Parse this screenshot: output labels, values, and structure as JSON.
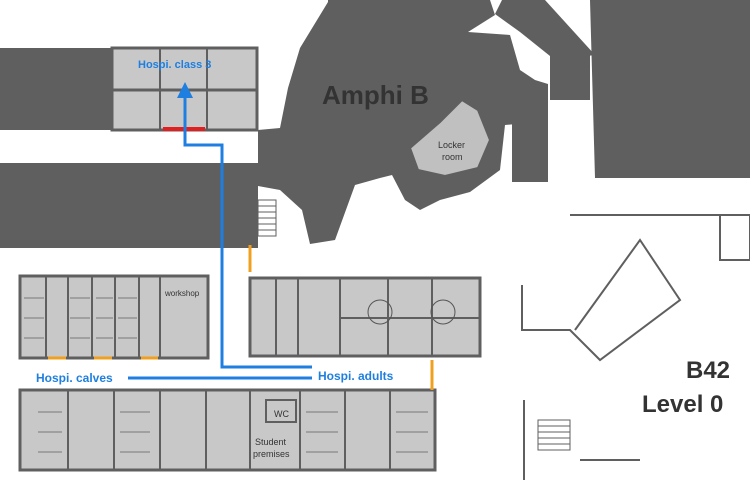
{
  "map": {
    "building_label": "B42",
    "level_label": "Level 0",
    "amphi_label": "Amphi B",
    "locker_label_1": "Locker",
    "locker_label_2": "room",
    "workshop_label": "workshop",
    "wc_label": "WC",
    "student_label_1": "Student",
    "student_label_2": "premises",
    "hospi_class3_label": "Hospi. class 3",
    "hospi_calves_label": "Hospi. calves",
    "hospi_adults_label": "Hospi. adults"
  },
  "colors": {
    "building_dark": "#5f5f5f",
    "room_fill": "#c8c8c8",
    "route_blue": "#1e7fe0",
    "door_orange": "#f0a020",
    "door_red": "#e02020",
    "label_dark": "#333333"
  },
  "icons": {
    "route_arrow": "arrow-up-icon",
    "stairs": "stairs-icon"
  }
}
